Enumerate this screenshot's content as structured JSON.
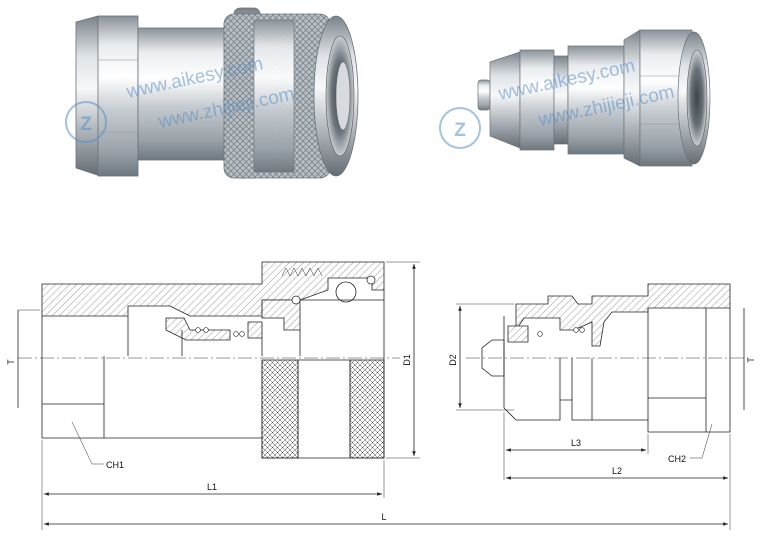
{
  "watermark": {
    "left_line1": "www.aikesy.com",
    "left_line2": "www.zhijieji.com",
    "right_line1": "www.aikesy.com",
    "right_line2": "www.zhijieji.com",
    "logo_char": "Z"
  },
  "dimensions": {
    "T_left": "T",
    "T_right": "T",
    "D1": "D1",
    "D2": "D2",
    "L": "L",
    "L1": "L1",
    "L2": "L2",
    "L3": "L3",
    "CH1": "CH1",
    "CH2": "CH2"
  },
  "colors": {
    "steel_light": "#e9ecef",
    "steel_mid": "#b5bbc1",
    "steel_dark": "#7c848c",
    "watermark": "#5a8fc8"
  }
}
